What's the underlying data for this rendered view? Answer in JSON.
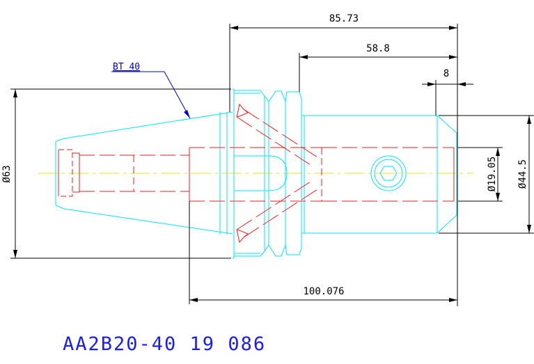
{
  "drawing": {
    "taper_label": "BT 40",
    "part_number": "AA2B20-40 19 086",
    "dimensions": {
      "overall_length": "85.73",
      "shank_length": "58.8",
      "chamfer_width": "8",
      "gauge_length": "100.076",
      "flange_diameter": "Ø63",
      "bore_diameter": "Ø19.05",
      "body_diameter": "Ø44.5"
    },
    "colors": {
      "outline": "#00e5ff",
      "hidden": "#ff1a1a",
      "centerline": "#e6e600",
      "dimension": "#000000",
      "leader": "#0000cc",
      "label": "#1a1aff"
    }
  }
}
